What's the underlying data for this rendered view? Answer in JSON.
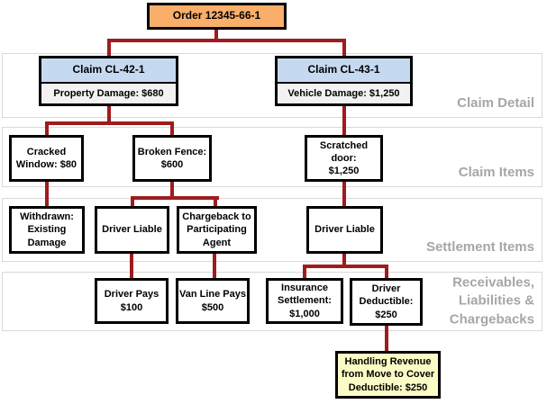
{
  "root": {
    "label": "Order 12345-66-1"
  },
  "bands": [
    {
      "label": "Claim Detail"
    },
    {
      "label": "Claim Items"
    },
    {
      "label": "Settlement Items"
    },
    {
      "label": "Receivables,\nLiabilities &\nChargebacks"
    }
  ],
  "claims": [
    {
      "header": "Claim CL-42-1",
      "detail": "Property Damage: $680"
    },
    {
      "header": "Claim CL-43-1",
      "detail": "Vehicle Damage: $1,250"
    }
  ],
  "claim_items": [
    {
      "label": "Cracked\nWindow: $80"
    },
    {
      "label": "Broken Fence:\n$600"
    },
    {
      "label": "Scratched door:\n$1,250"
    }
  ],
  "settlement_items": [
    {
      "label": "Withdrawn:\nExisting\nDamage"
    },
    {
      "label": "Driver Liable"
    },
    {
      "label": "Chargeback to\nParticipating\nAgent"
    },
    {
      "label": "Driver Liable"
    }
  ],
  "receivables": [
    {
      "label": "Driver Pays\n$100"
    },
    {
      "label": "Van Line Pays\n$500"
    },
    {
      "label": "Insurance\nSettlement:\n$1,000"
    },
    {
      "label": "Driver\nDeductible:\n$250"
    }
  ],
  "note": {
    "label": "Handling Revenue\nfrom Move to Cover\nDeductible: $250"
  },
  "colors": {
    "connector": "#9F1B1E",
    "order_fill": "#F9AE6A",
    "claim_header_fill": "#C5D9F1",
    "claim_detail_fill": "#F2F2F2",
    "note_fill": "#FBFBC5",
    "band_border": "#D9D9D9",
    "band_label": "#A6A6A6",
    "node_border": "#000000"
  }
}
